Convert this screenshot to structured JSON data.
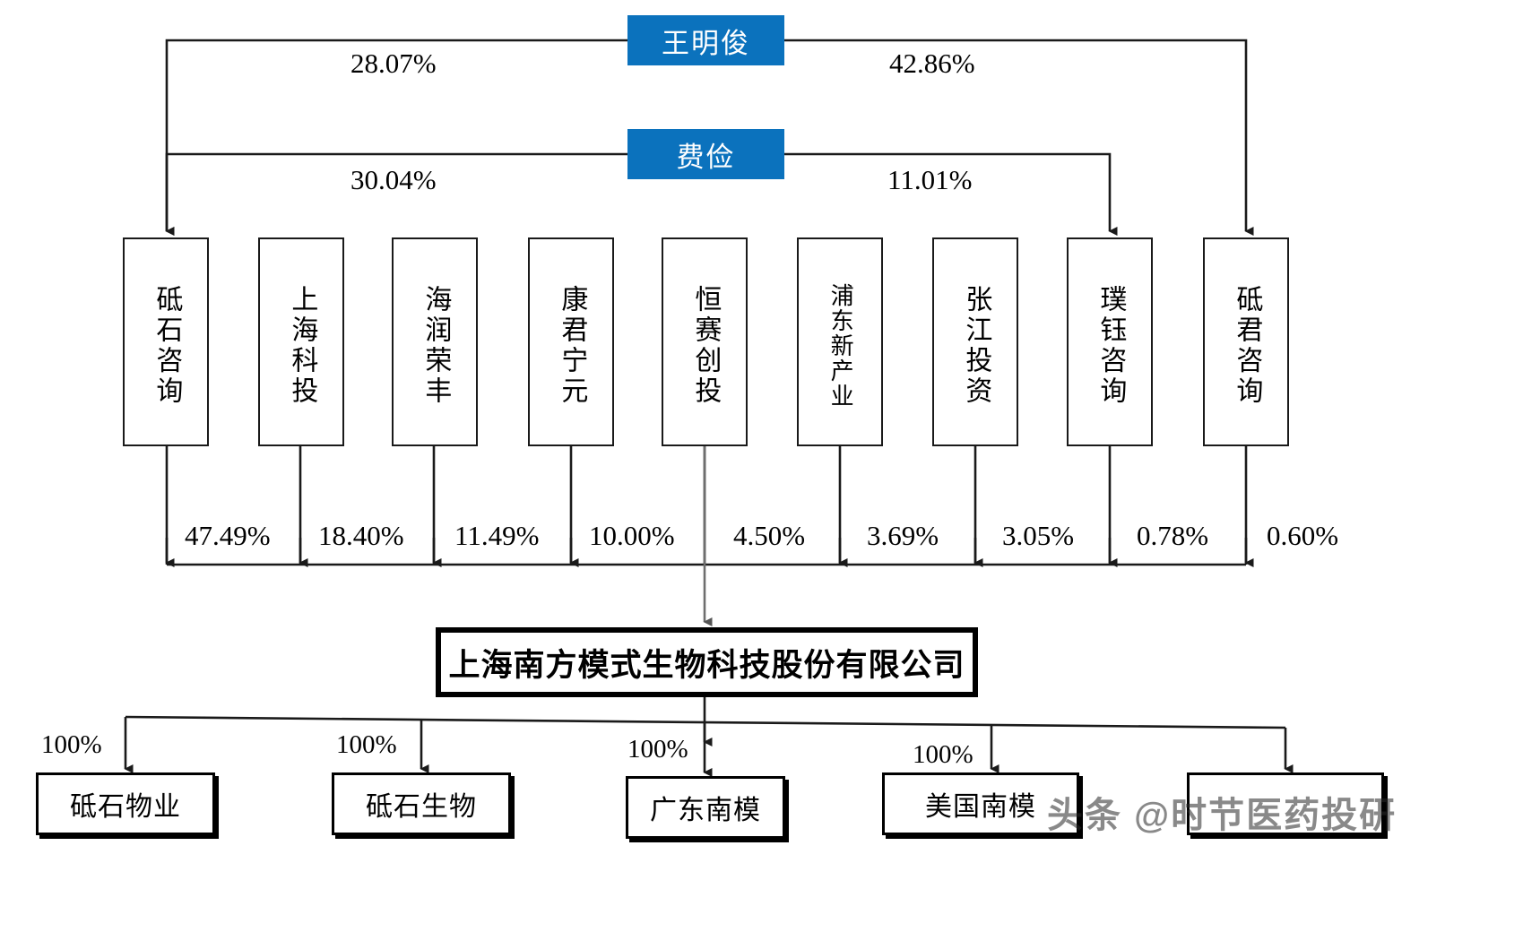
{
  "diagram": {
    "title": "上海南方模式生物科技股份有限公司 股权结构图",
    "type": "ownership-structure",
    "accent_color": "#0b72bd",
    "line_color": "#1a1a1a",
    "background": "#ffffff"
  },
  "persons": [
    {
      "id": "wang",
      "label": "王明俊"
    },
    {
      "id": "fei",
      "label": "费俭"
    }
  ],
  "person_edges": [
    {
      "from": "王明俊",
      "to": "砥石咨询",
      "percent": "28.07%"
    },
    {
      "from": "王明俊",
      "to": "砥君咨询",
      "percent": "42.86%"
    },
    {
      "from": "费俭",
      "to": "砥石咨询",
      "percent": "30.04%"
    },
    {
      "from": "费俭",
      "to": "璞钰咨询",
      "percent": "11.01%"
    }
  ],
  "shareholders": [
    {
      "label": "砥石咨询",
      "percent": "47.49%"
    },
    {
      "label": "上海科投",
      "percent": "18.40%"
    },
    {
      "label": "海润荣丰",
      "percent": "11.49%"
    },
    {
      "label": "康君宁元",
      "percent": "10.00%"
    },
    {
      "label": "恒赛创投",
      "percent": "4.50%"
    },
    {
      "label": "浦东新产业",
      "percent": "3.69%"
    },
    {
      "label": "张江投资",
      "percent": "3.05%"
    },
    {
      "label": "璞钰咨询",
      "percent": "0.78%"
    },
    {
      "label": "砥君咨询",
      "percent": "0.60%"
    }
  ],
  "company": {
    "label": "上海南方模式生物科技股份有限公司"
  },
  "subsidiaries": [
    {
      "label": "砥石物业",
      "percent": "100%"
    },
    {
      "label": "砥石生物",
      "percent": "100%"
    },
    {
      "label": "广东南模",
      "percent": "100%"
    },
    {
      "label": "美国南模",
      "percent": "100%"
    },
    {
      "label": "",
      "percent": ""
    }
  ],
  "watermark": {
    "text": "头条 @时节医药投研"
  }
}
